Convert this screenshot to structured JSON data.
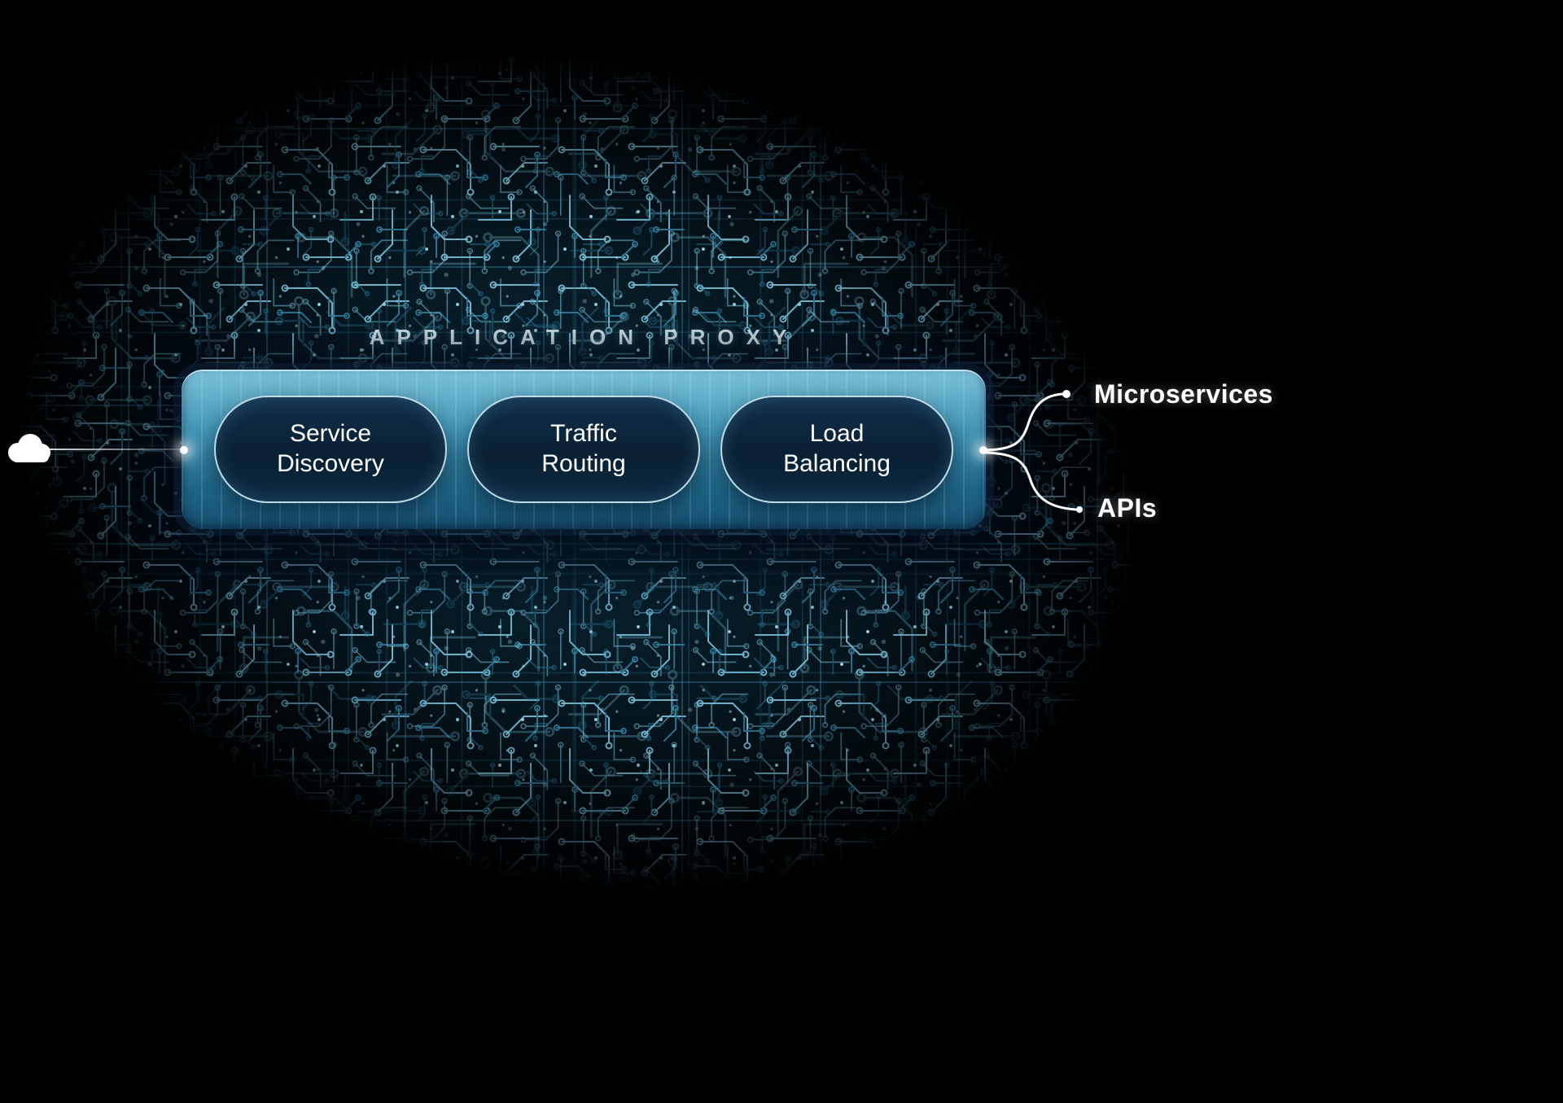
{
  "diagram": {
    "title": "APPLICATION PROXY",
    "proxy_functions": [
      {
        "label": "Service Discovery"
      },
      {
        "label": "Traffic Routing"
      },
      {
        "label": "Load Balancing"
      }
    ],
    "annotations": {
      "microservices": "Microservices",
      "apis": "APIs"
    },
    "icons": {
      "cloud": "cloud-icon",
      "glow_dot_left": "glow-dot",
      "glow_dot_right": "glow-dot"
    },
    "colors": {
      "background": "#000000",
      "circuit_light": "#79c4dc",
      "circuit_mid": "#2f7c9c",
      "bar_top": "#85cfe8",
      "bar_bottom": "#185275",
      "pill_fill": "#0a2033",
      "pill_border": "#cdeaf4",
      "label_text": "#ffffff"
    }
  }
}
